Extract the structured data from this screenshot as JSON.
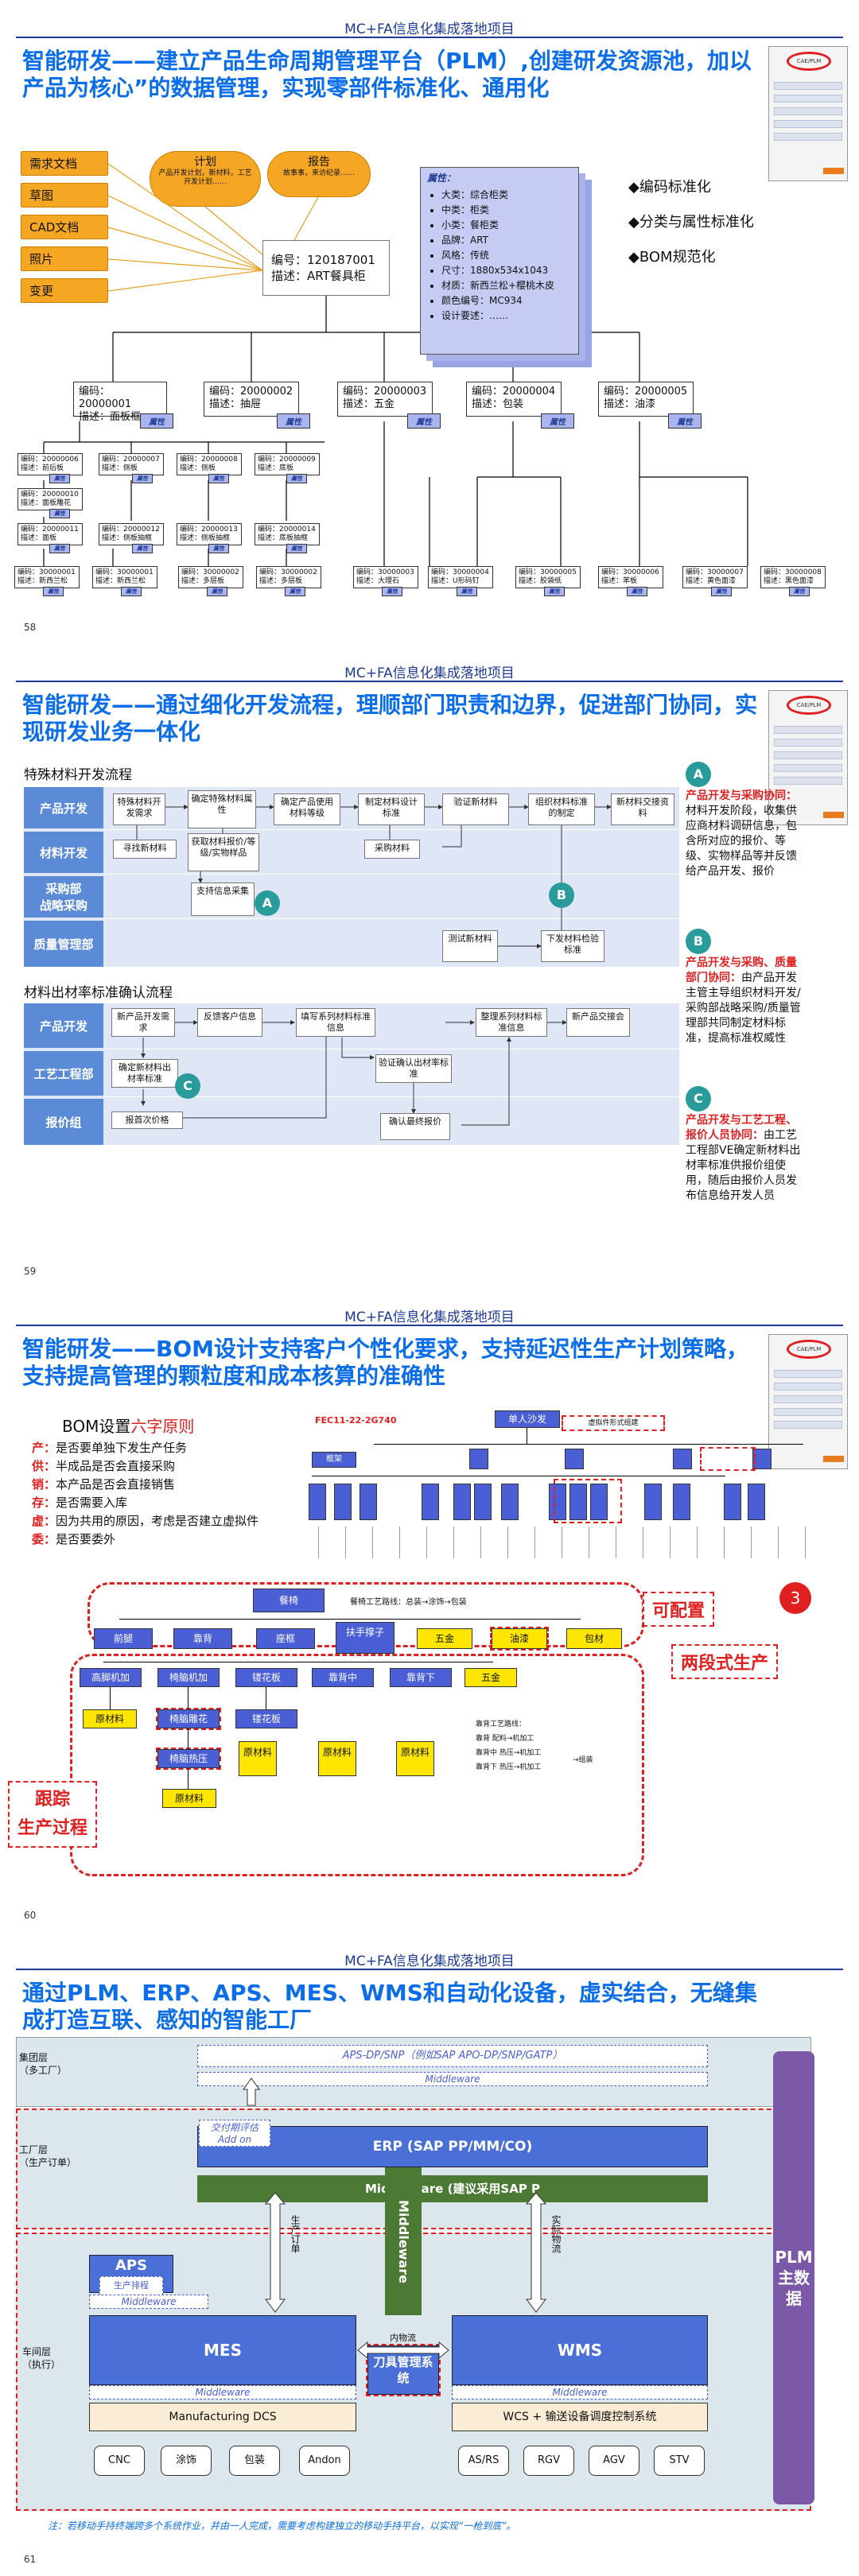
{
  "header": "MC+FA信息化集成落地项目",
  "thumb_label": "CAE/PLM",
  "slide1": {
    "title": "智能研发——建立产品生命周期管理平台（PLM）,创建研发资源池，加以产品为核心”的数据管理，实现零部件标准化、通用化",
    "page": "58",
    "left_items": [
      "需求文档",
      "草图",
      "CAD文档",
      "照片",
      "变更"
    ],
    "plan_title": "计划",
    "plan_text": "产品开发计划，新材料，工艺开发计划……",
    "report_title": "报告",
    "report_text": "故事事，来访纪录……",
    "root_code": "编号：120187001",
    "root_desc": "描述：ART餐具柜",
    "attr_title": "属性：",
    "attrs": [
      "大类：综合柜类",
      "中类：柜类",
      "小类：餐柜类",
      "品牌：ART",
      "风格：传统",
      "尺寸：1880x534x1043",
      "材质：新西兰松+樱桃木皮",
      "颜色编号：MC934",
      "设计要述：……"
    ],
    "right_bullets": [
      "◆编码标准化",
      "◆分类与属性标准化",
      "◆BOM规范化"
    ],
    "attr_tag": "属性",
    "l1": [
      {
        "code": "编码：20000001",
        "desc": "描述：面板框"
      },
      {
        "code": "编码：20000002",
        "desc": "描述：抽屉"
      },
      {
        "code": "编码：20000003",
        "desc": "描述：五金"
      },
      {
        "code": "编码：20000004",
        "desc": "描述：包装"
      },
      {
        "code": "编码：20000005",
        "desc": "描述：油漆"
      }
    ],
    "l2a": [
      {
        "code": "编码：20000006",
        "desc": "描述：前后板"
      },
      {
        "code": "编码：20000007",
        "desc": "描述：侧板"
      },
      {
        "code": "编码：20000008",
        "desc": "描述：侧板"
      },
      {
        "code": "编码：20000009",
        "desc": "描述：底板"
      }
    ],
    "l2b": [
      {
        "code": "编码：20000010",
        "desc": "描述：面板雕花"
      },
      {
        "code": "编码：20000011",
        "desc": "描述：面板"
      },
      {
        "code": "编码：20000012",
        "desc": "描述：侧板抽框"
      },
      {
        "code": "编码：20000013",
        "desc": "描述：侧板抽框"
      },
      {
        "code": "编码：20000014",
        "desc": "描述：底板抽框"
      }
    ],
    "l3": [
      {
        "code": "编码：30000001",
        "desc": "描述：新西兰松"
      },
      {
        "code": "编码：30000001",
        "desc": "描述：新西兰松"
      },
      {
        "code": "编码：30000002",
        "desc": "描述：多层板"
      },
      {
        "code": "编码：30000002",
        "desc": "描述：多层板"
      },
      {
        "code": "编码：30000003",
        "desc": "描述：大理石"
      },
      {
        "code": "编码：30000004",
        "desc": "描述：U形码钉"
      },
      {
        "code": "编码：30000005",
        "desc": "描述：胶袋纸"
      },
      {
        "code": "编码：30000006",
        "desc": "描述：苯板"
      },
      {
        "code": "编码：30000007",
        "desc": "描述：黄色面漆"
      },
      {
        "code": "编码：30000008",
        "desc": "描述：黑色面漆"
      }
    ]
  },
  "slide2": {
    "title": "智能研发——通过细化开发流程，理顺部门职责和边界，促进部门协同，实现研发业务一体化",
    "page": "59",
    "sec1": "特殊材料开发流程",
    "sec2": "材料出材率标准确认流程",
    "lanes1": [
      "产品开发",
      "材料开发",
      "采购部\n战略采购",
      "质量管理部"
    ],
    "lanes2": [
      "产品开发",
      "工艺工程部",
      "报价组"
    ],
    "f1": [
      "特殊材料开发需求",
      "确定特殊材料属性",
      "确定产品使用材料等级",
      "制定材料设计标准",
      "验证新材料",
      "组织材料标准的制定",
      "新材料交接资料",
      "寻找新材料",
      "获取材料报价/等级/实物样品",
      "支持信息采集",
      "采购材料",
      "测试新材料",
      "下发材料检验标准"
    ],
    "f2": [
      "新产品开发需求",
      "反馈客户信息",
      "填写系列材料标准信息",
      "整理系列材料标准信息",
      "新产品交接会",
      "确定新材料出材率标准",
      "验证确认出材率标准",
      "报首次价格",
      "确认最终报价"
    ],
    "circles": [
      "A",
      "B",
      "C"
    ],
    "notes": [
      {
        "k": "A",
        "head": "产品开发与采购协同：",
        "body": "材料开发阶段，收集供应商材料调研信息，包含所对应的报价、等级、实物样品等并反馈给产品开发、报价"
      },
      {
        "k": "B",
        "head": "产品开发与采购、质量部门协同：",
        "body": "由产品开发主管主导组织材料开发/采购部战略采购/质量管理部共同制定材料标准，提高标准权威性"
      },
      {
        "k": "C",
        "head": "产品开发与工艺工程、报价人员协同：",
        "body": "由工艺工程部VE确定新材料出材率标准供报价组使用，随后由报价人员发布信息给开发人员"
      }
    ]
  },
  "slide3": {
    "title": "智能研发——BOM设计支持客户个性化要求，支持延迟性生产计划策略，支持提高管理的颗粒度和成本核算的准确性",
    "page": "60",
    "bom_head": "BOM设置",
    "bom_red": "六字原则",
    "principles": [
      {
        "k": "产：",
        "v": "是否要单独下发生产任务"
      },
      {
        "k": "供：",
        "v": "半成品是否会直接采购"
      },
      {
        "k": "销：",
        "v": "本产品是否会直接销售"
      },
      {
        "k": "存：",
        "v": "是否需要入库"
      },
      {
        "k": "虚：",
        "v": "因为共用的原因，考虑是否建立虚拟件"
      },
      {
        "k": "委：",
        "v": "是否要委外"
      }
    ],
    "tree_code": "FEC11-22-2G740",
    "single_sofa": "单人沙发",
    "virtual": "虚拟件形式组建",
    "frame": "框架",
    "top": "餐椅",
    "top_note": "餐椅工艺路线：总装→涂饰→包装",
    "row1": [
      "前腿",
      "靠背",
      "座框",
      "扶手撑子",
      "五金",
      "油漆",
      "包材"
    ],
    "row2": [
      "高脚机加",
      "椅脑机加",
      "镂花板",
      "靠背中",
      "靠背下",
      "五金"
    ],
    "row3": [
      "原材料",
      "椅脑雕花",
      "镂花板",
      "原材料",
      "原材料",
      "原材料"
    ],
    "row4": [
      "椅脑热压",
      "原材料"
    ],
    "proc_title": "靠背工艺路线：",
    "proc": [
      "靠背    配料→机加工",
      "靠背中  热压→机加工",
      "靠背下  热压→机加工"
    ],
    "proc_end": "→组装",
    "tag_config": "可配置",
    "tag_two": "两段式生产",
    "tag_track": "跟踪\n生产过程",
    "badge": "3"
  },
  "slide4": {
    "title": "通过PLM、ERP、APS、MES、WMS和自动化设备，虚实结合，无缝集成打造互联、感知的智能工厂",
    "page": "61",
    "group_layer": "集团层\n（多工厂）",
    "factory_layer": "工厂层\n（生产订单）",
    "shop_layer": "车间层\n（执行）",
    "aps_dp": "APS-DP/SNP（例如SAP APO-DP/SNP/GATP）",
    "mw": "Middleware",
    "addon_a": "交付期评估",
    "addon_b": "Add on",
    "erp": "ERP (SAP PP/MM/CO)",
    "mw_erp": "Middleware (建议采用SAP P",
    "prod_order": "生产订单",
    "actual_flow": "实际物流",
    "inner_flow": "内物流",
    "mw_vert": "Middleware",
    "plm": "PLM主数据",
    "aps": "APS",
    "aps_sub": "生产排程",
    "mes": "MES",
    "wms": "WMS",
    "tool": "刀具管理系统",
    "dcs": "Manufacturing DCS",
    "wcs": "WCS + 输送设备调度控制系统",
    "left_dev": [
      "CNC",
      "涂饰",
      "包装",
      "Andon"
    ],
    "right_dev": [
      "AS/RS",
      "RGV",
      "AGV",
      "STV"
    ],
    "note": "注：若移动手持终端跨多个系统作业，并由一人完成，需要考虑构建独立的移动手持平台，以实现“一枪到底”。"
  }
}
